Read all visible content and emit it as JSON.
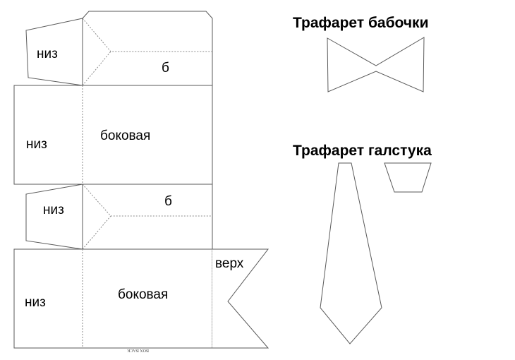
{
  "box_template": {
    "labels": {
      "bottom_flap_1": "низ",
      "side_flap_1": "б",
      "bottom_panel_1": "низ",
      "side_panel_1": "боковая",
      "bottom_flap_2": "низ",
      "side_flap_2": "б",
      "bottom_panel_2": "низ",
      "side_panel_2": "боковая",
      "top_flap": "верх",
      "small_print": "BOX BACK"
    }
  },
  "bow_stencil": {
    "title": "Трафарет бабочки"
  },
  "tie_stencil": {
    "title": "Трафарет галстука"
  }
}
